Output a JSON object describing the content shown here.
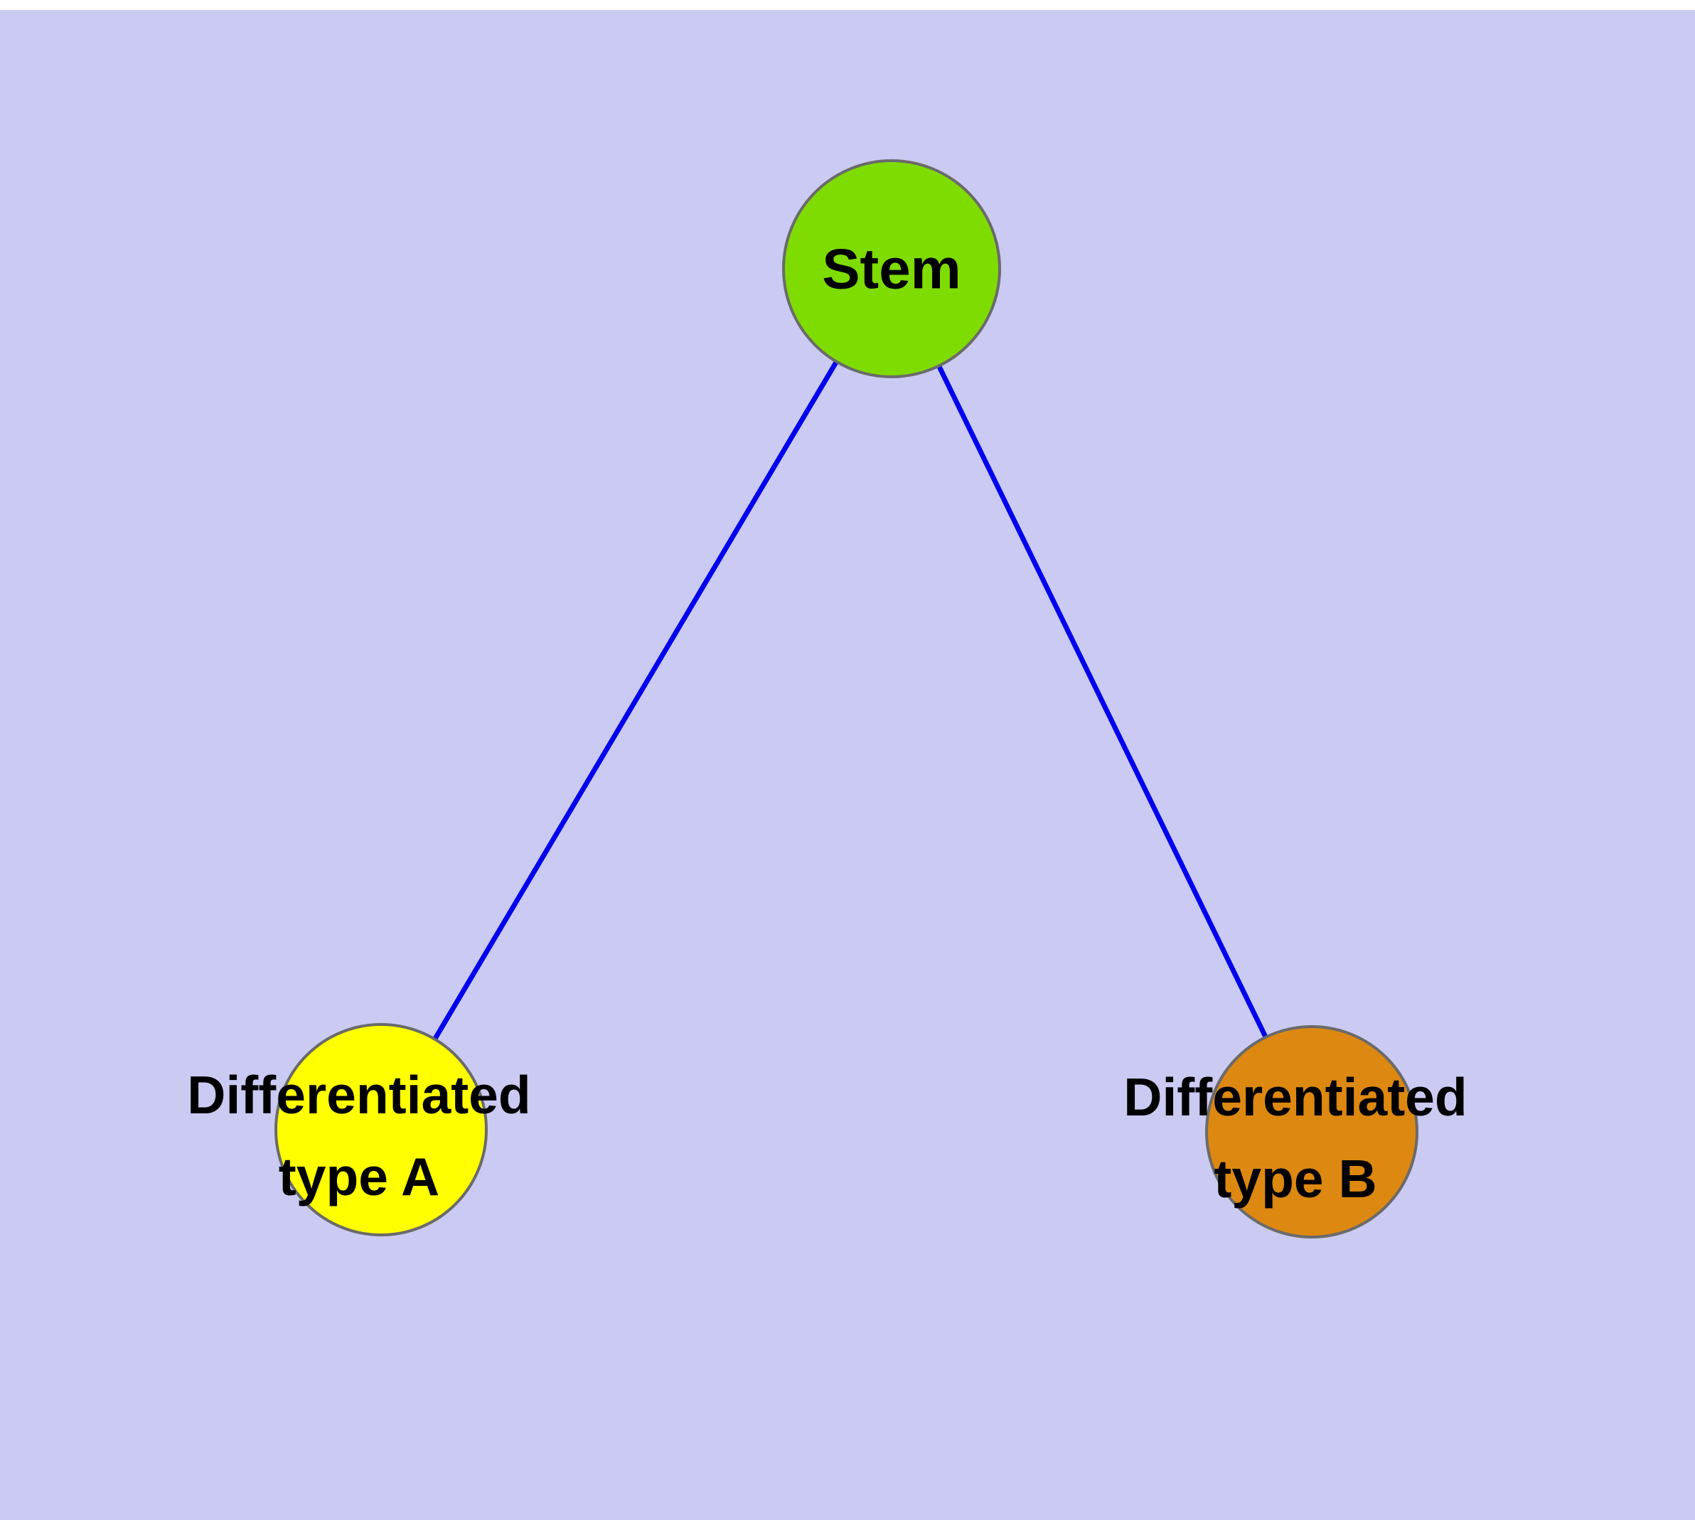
{
  "diagram": {
    "background_color": "#cacaf2",
    "edge_color": "#0000ee",
    "node_border_color": "#6a6a6a",
    "label_color": "#000000",
    "nodes": [
      {
        "id": "stem",
        "color": "#7fdc00",
        "label_lines": [
          "Stem"
        ]
      },
      {
        "id": "differentiated-type-a",
        "color": "#ffff00",
        "label_lines": [
          "Differentiated",
          "type A"
        ]
      },
      {
        "id": "differentiated-type-b",
        "color": "#dd8810",
        "label_lines": [
          "Differentiated",
          "type B"
        ]
      }
    ],
    "edges": [
      {
        "from": "stem",
        "to": "differentiated-type-a"
      },
      {
        "from": "stem",
        "to": "differentiated-type-b"
      }
    ]
  }
}
